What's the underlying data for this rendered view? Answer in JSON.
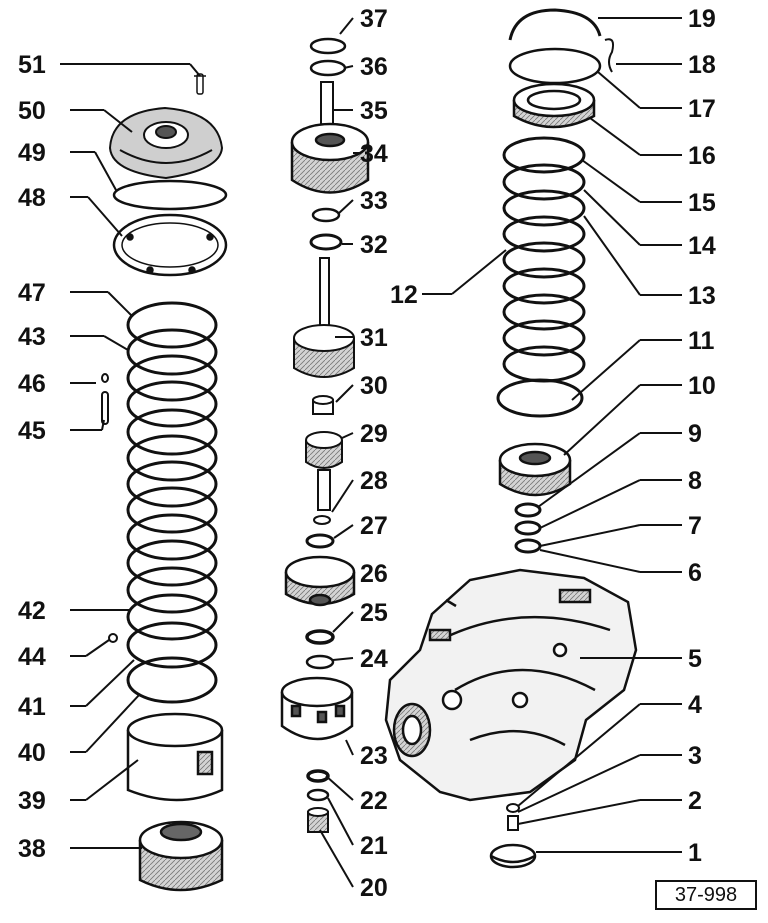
{
  "diagram": {
    "type": "exploded-parts-view",
    "reference_code": "37-998",
    "callouts": [
      "1",
      "2",
      "3",
      "4",
      "5",
      "6",
      "7",
      "8",
      "9",
      "10",
      "11",
      "12",
      "13",
      "14",
      "15",
      "16",
      "17",
      "18",
      "19",
      "20",
      "21",
      "22",
      "23",
      "24",
      "25",
      "26",
      "27",
      "28",
      "29",
      "30",
      "31",
      "32",
      "33",
      "34",
      "35",
      "36",
      "37",
      "38",
      "39",
      "40",
      "41",
      "42",
      "43",
      "44",
      "45",
      "46",
      "47",
      "48",
      "49",
      "50",
      "51"
    ]
  },
  "colors": {
    "ink": "#111111",
    "paper": "#ffffff",
    "shade": "#bdbdbd"
  }
}
